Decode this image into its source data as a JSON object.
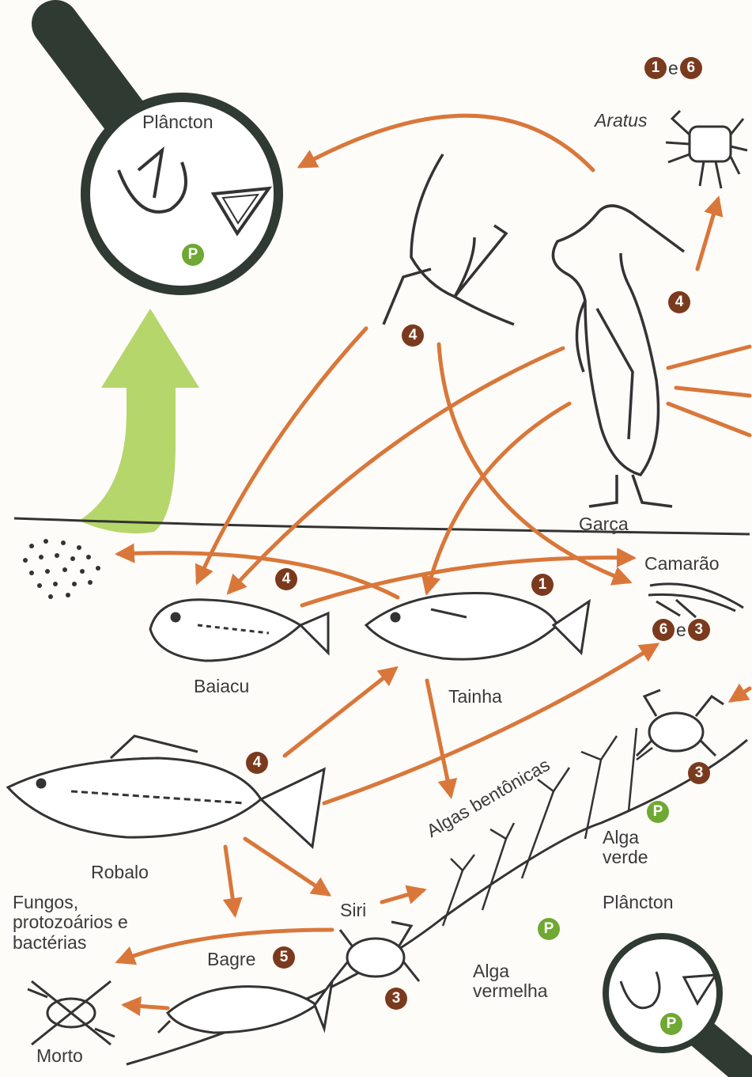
{
  "labels": {
    "plancton_top": "Plâncton",
    "aratus": "Aratus",
    "garca": "Garça",
    "camarao": "Camarão",
    "baiacu": "Baiacu",
    "tainha": "Tainha",
    "algas_bentonicas": "Algas bentônicas",
    "robalo": "Robalo",
    "alga_verde": "Alga verde",
    "plancton_bottom": "Plâncton",
    "siri": "Siri",
    "decomposers": "Fungos, protozoários e bactérias",
    "bagre": "Bagre",
    "alga_vermelha": "Alga vermelha",
    "morto": "Morto"
  },
  "badges": {
    "producer": "P",
    "aratus_a": "1",
    "aratus_joiner": "e",
    "aratus_b": "6",
    "garca": "4",
    "bird": "4",
    "baiacu": "4",
    "tainha": "1",
    "camarao_a": "6",
    "camarao_joiner": "e",
    "camarao_b": "3",
    "robalo": "4",
    "crab_right": "3",
    "bagre": "5",
    "siri": "3"
  },
  "colors": {
    "arrow": "#d9773a",
    "badge_brown": "#7a3a1e",
    "badge_green": "#6fa832",
    "light_green_arrow": "#b5d66a",
    "lens_ring": "#2f3a32",
    "ink": "#333333"
  }
}
